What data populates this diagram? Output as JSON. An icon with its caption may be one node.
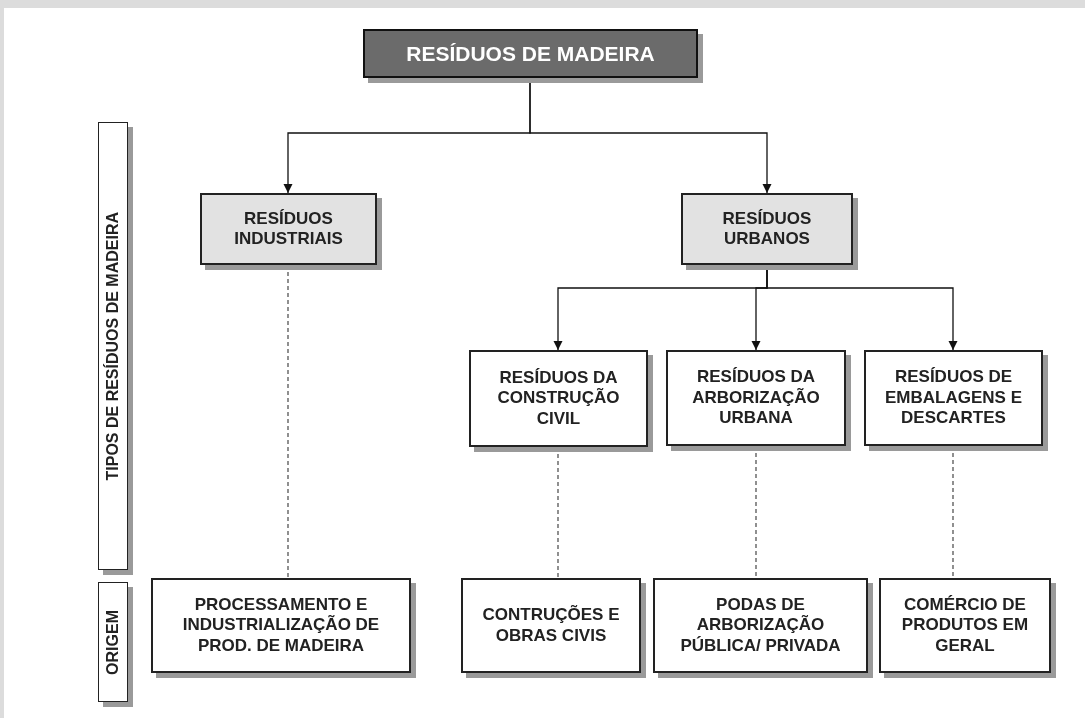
{
  "diagram": {
    "nodes": [
      {
        "text": [
          "RESÍDUOS DE MADEIRA"
        ]
      },
      {
        "text": [
          "TIPOS DE RESÍDUOS DE MADEIRA"
        ]
      },
      {
        "text": [
          "ORIGEM"
        ]
      },
      {
        "text": [
          "RESÍDUOS INDUSTRIAIS"
        ]
      },
      {
        "text": [
          "RESÍDUOS URBANOS"
        ]
      },
      {
        "text": [
          "RESÍDUOS DA CONSTRUÇÃO CIVIL"
        ]
      },
      {
        "text": [
          "RESÍDUOS DA ARBORIZAÇÃO URBANA"
        ]
      },
      {
        "text": [
          "RESÍDUOS DE EMBALAGENS E DESCARTES"
        ]
      },
      {
        "text": [
          "PROCESSAMENTO E INDUSTRIALIZAÇÃO DE PROD. DE MADEIRA"
        ]
      },
      {
        "text": [
          "CONTRUÇÕES E OBRAS CIVIS"
        ]
      },
      {
        "text": [
          "PODAS DE ARBORIZAÇÃO PÚBLICA/ PRIVADA"
        ]
      },
      {
        "text": [
          "COMÉRCIO DE PRODUTOS EM GERAL"
        ]
      }
    ],
    "edges": [
      {
        "from": 0,
        "to": 3,
        "arrow": "to"
      },
      {
        "from": 0,
        "to": 4,
        "arrow": "to"
      },
      {
        "from": 4,
        "to": 5,
        "arrow": "to"
      },
      {
        "from": 4,
        "to": 6,
        "arrow": "to"
      },
      {
        "from": 4,
        "to": 7,
        "arrow": "to"
      },
      {
        "from": 3,
        "to": 8,
        "arrow": "none",
        "style": "dashed"
      },
      {
        "from": 5,
        "to": 9,
        "arrow": "none",
        "style": "dashed"
      },
      {
        "from": 6,
        "to": 10,
        "arrow": "none",
        "style": "dashed"
      },
      {
        "from": 7,
        "to": 11,
        "arrow": "none",
        "style": "dashed"
      }
    ]
  }
}
